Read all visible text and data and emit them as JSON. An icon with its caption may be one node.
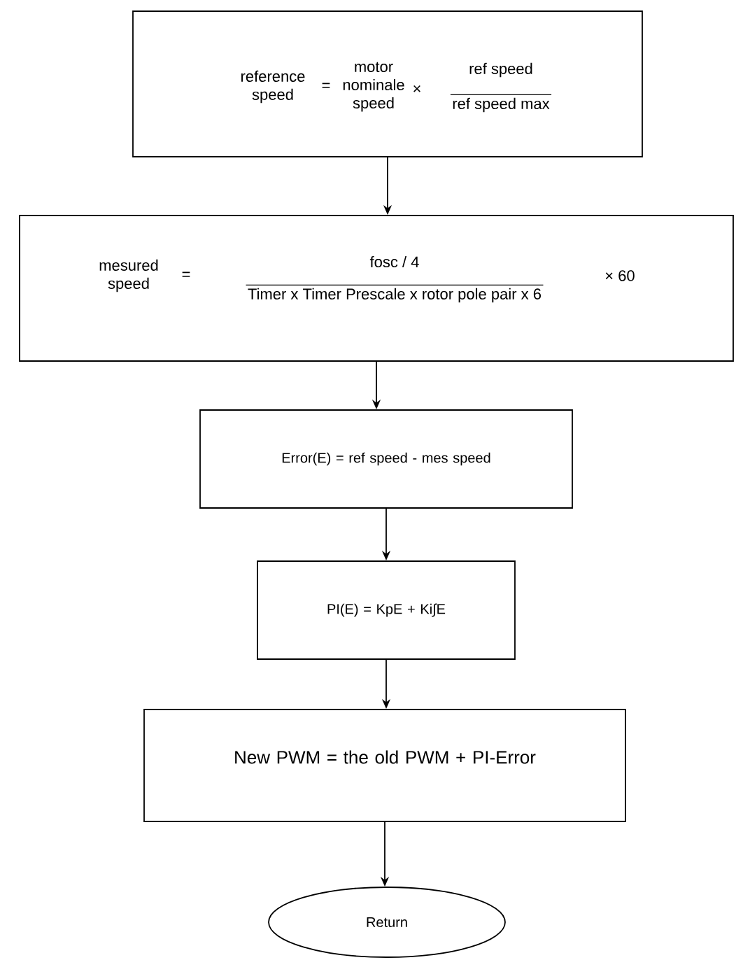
{
  "diagram": {
    "nodes": [
      {
        "text": [
          "reference speed",
          "=",
          "motor nominale speed",
          "×",
          "ref speed",
          "ref speed max"
        ]
      },
      {
        "text": [
          "mesured speed",
          "=",
          "fosc / 4",
          "Timer x Timer Prescale x rotor pole pair x 6",
          "× 60"
        ]
      },
      {
        "text": [
          "Error(E) = ref speed - mes speed"
        ]
      },
      {
        "text": [
          "PI(E) = KpE + Ki∫E"
        ]
      },
      {
        "text": [
          "New PWM = the old PWM + PI-Error"
        ]
      },
      {
        "text": [
          "Return"
        ]
      }
    ],
    "edges": [
      {
        "from": 0,
        "to": 1,
        "arrow": "to"
      },
      {
        "from": 1,
        "to": 2,
        "arrow": "to"
      },
      {
        "from": 2,
        "to": 3,
        "arrow": "to"
      },
      {
        "from": 3,
        "to": 4,
        "arrow": "to"
      },
      {
        "from": 4,
        "to": 5,
        "arrow": "to"
      }
    ]
  }
}
